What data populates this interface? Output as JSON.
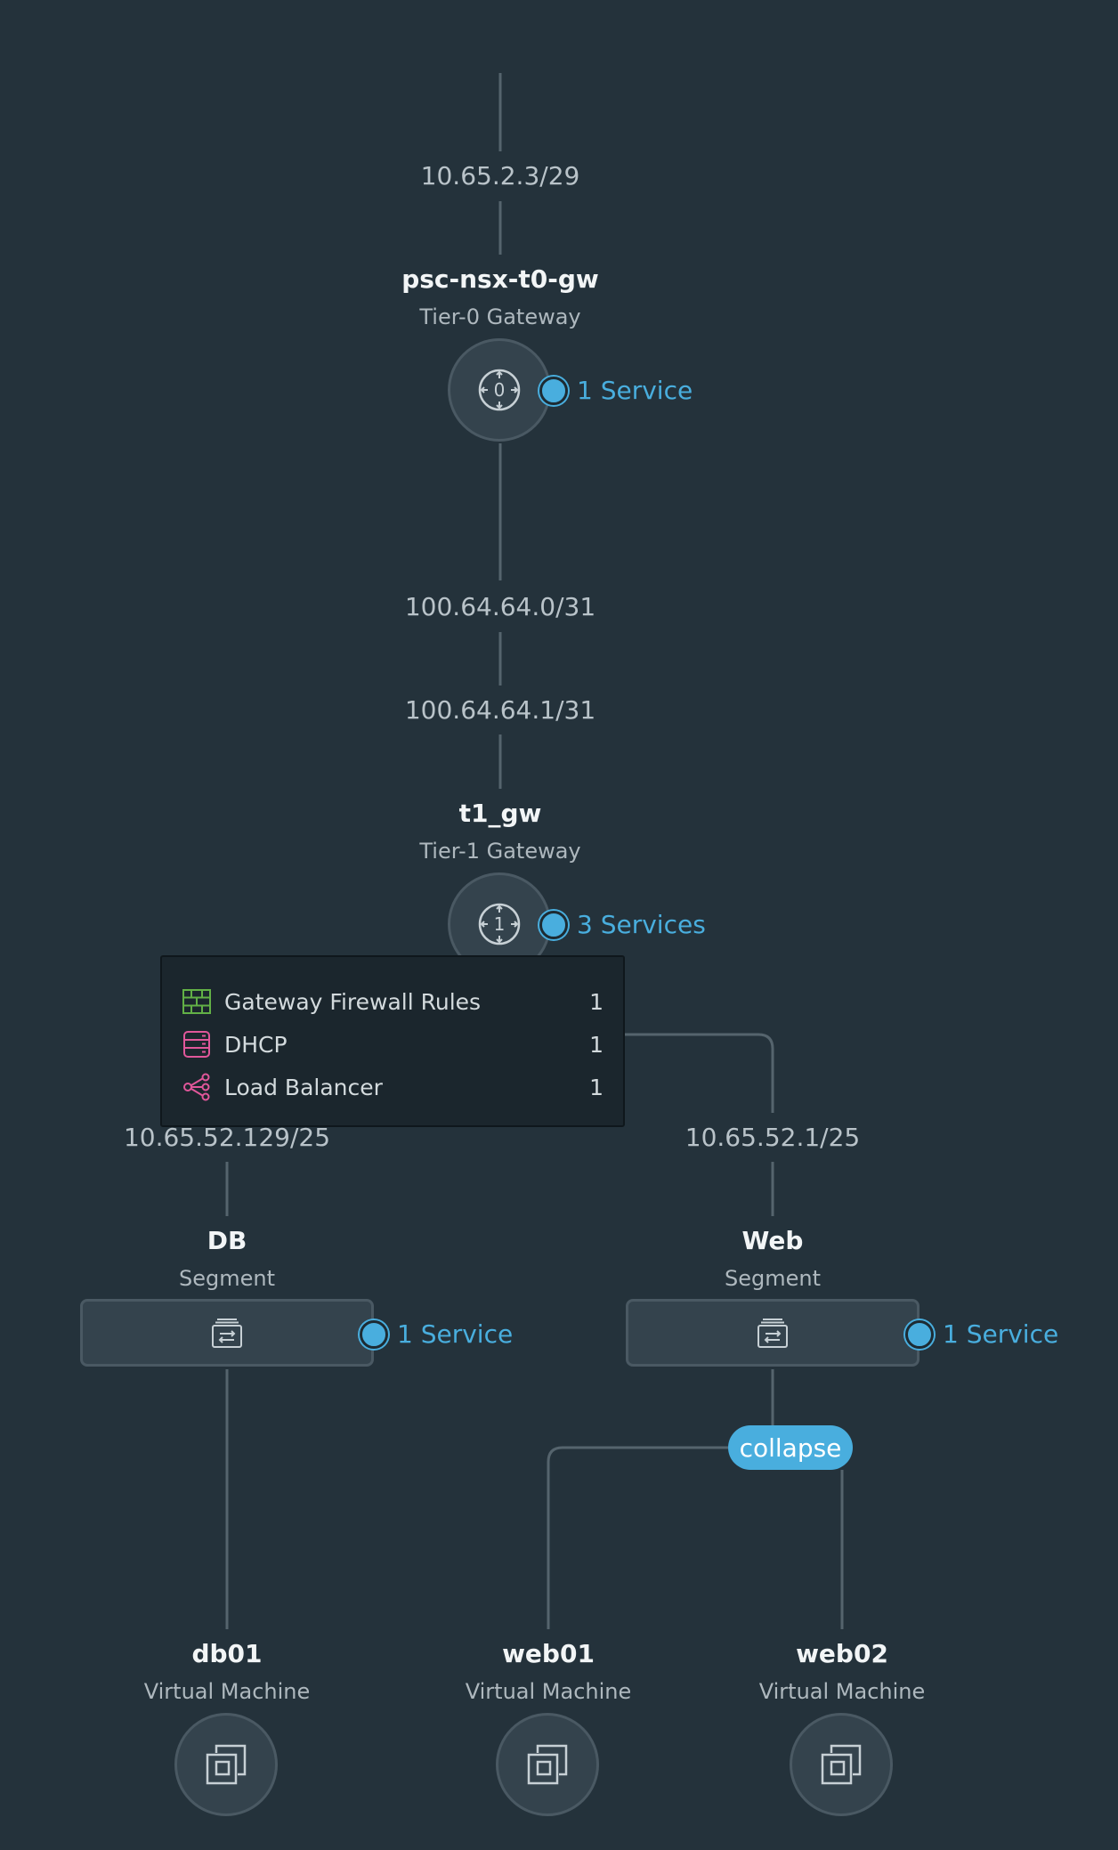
{
  "colors": {
    "background": "#24323b",
    "line": "#55646d",
    "accent": "#49aede",
    "firewall": "#62b046",
    "dhcp": "#e0579a",
    "lb": "#e0579a"
  },
  "t0": {
    "uplink_ip": "10.65.2.3/29",
    "name": "psc-nsx-t0-gw",
    "type": "Tier-0 Gateway",
    "icon": "tier0-router-icon",
    "icon_label": "0",
    "services": "1 Service"
  },
  "link": {
    "t0_ip": "100.64.64.0/31",
    "t1_ip": "100.64.64.1/31"
  },
  "t1": {
    "name": "t1_gw",
    "type": "Tier-1 Gateway",
    "icon": "tier1-router-icon",
    "icon_label": "1",
    "services": "3 Services"
  },
  "tooltip": {
    "rows": [
      {
        "icon": "firewall-icon",
        "label": "Gateway Firewall Rules",
        "count": "1"
      },
      {
        "icon": "dhcp-icon",
        "label": "DHCP",
        "count": "1"
      },
      {
        "icon": "load-balancer-icon",
        "label": "Load Balancer",
        "count": "1"
      }
    ]
  },
  "segments": [
    {
      "ip": "10.65.52.129/25",
      "name": "DB",
      "type": "Segment",
      "icon": "segment-icon",
      "services": "1 Service"
    },
    {
      "ip": "10.65.52.1/25",
      "name": "Web",
      "type": "Segment",
      "icon": "segment-icon",
      "services": "1 Service"
    }
  ],
  "collapse_label": "collapse",
  "vms": [
    {
      "name": "db01",
      "type": "Virtual Machine",
      "icon": "virtual-machine-icon"
    },
    {
      "name": "web01",
      "type": "Virtual Machine",
      "icon": "virtual-machine-icon"
    },
    {
      "name": "web02",
      "type": "Virtual Machine",
      "icon": "virtual-machine-icon"
    }
  ]
}
